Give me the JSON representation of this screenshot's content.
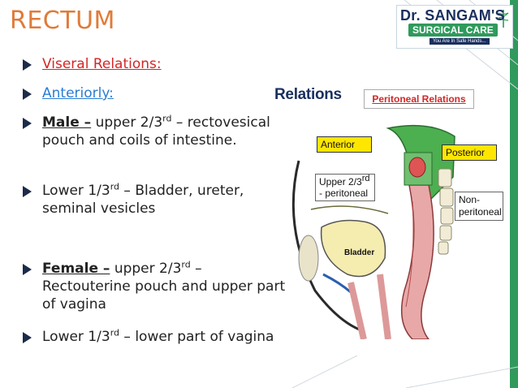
{
  "slide": {
    "title": "RECTUM"
  },
  "logo": {
    "name": "Dr. SANGAM'S",
    "subtitle": "SURGICAL CARE",
    "tagline": "You Are In Safe Hands..."
  },
  "bullets": {
    "viseral": "Viseral Relations:",
    "anteriorly": "Anteriorly:",
    "male_label": "Male –",
    "male_text_a": " upper 2/3",
    "male_sup": "rd",
    "male_text_b": " – rectovesical pouch and coils of intestine.",
    "lower_a": "Lower 1/3",
    "lower_sup": "rd",
    "lower_b": " – Bladder, ureter, seminal vesicles",
    "female_label": "Female –",
    "female_text_a": " upper 2/3",
    "female_sup": "rd",
    "female_text_b": " – Rectouterine pouch and upper part of vagina",
    "lower2_a": "Lower 1/3",
    "lower2_sup": "rd",
    "lower2_b": " – lower part of vagina"
  },
  "figure": {
    "title": "Relations",
    "peritoneal_box": "Peritoneal Relations",
    "anterior": "Anterior",
    "upper_a": "Upper 2/3",
    "upper_sup": "rd",
    "upper_b": " - peritoneal",
    "posterior": "Posterior",
    "non": "Non-",
    "peritoneal": "peritoneal",
    "bladder": "Bladder"
  },
  "colors": {
    "title": "#e07b39",
    "accent_green": "#2f9a5c",
    "navy": "#1a2f5e",
    "red": "#d32626",
    "blue": "#2a7ed3",
    "yellow": "#ffe600"
  }
}
